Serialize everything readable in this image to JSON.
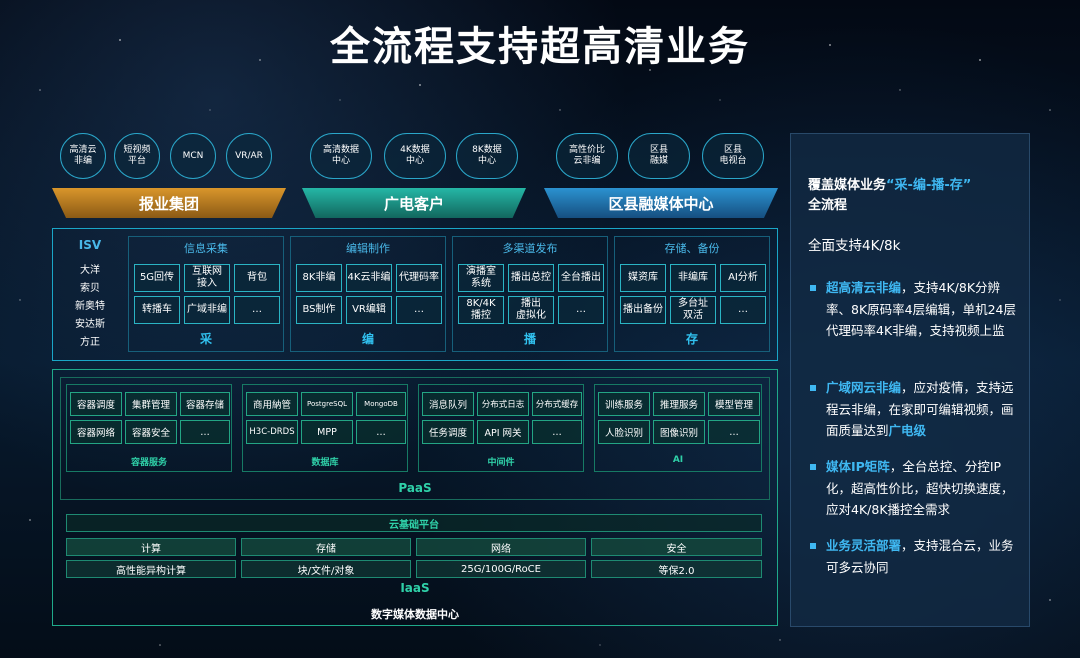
{
  "title": "全流程支持超高清业务",
  "circles": {
    "c1": "高清云\n非编",
    "c2": "短视频\n平台",
    "c3": "MCN",
    "c4": "VR/AR",
    "c5": "高清数据\n中心",
    "c6": "4K数据\n中心",
    "c7": "8K数据\n中心",
    "c8": "高性价比\n云非编",
    "c9": "区县\n融媒",
    "c10": "区县\n电视台"
  },
  "banners": {
    "b1": "报业集团",
    "b2": "广电客户",
    "b3": "区县融媒体中心"
  },
  "isv": {
    "title": "ISV",
    "items": [
      "大洋",
      "索贝",
      "新奥特",
      "安达斯",
      "方正"
    ]
  },
  "apps": {
    "collect": {
      "head": "信息采集",
      "foot": "采",
      "cells": [
        "5G回传",
        "互联网\n接入",
        "背包",
        "转播车",
        "广域非编",
        "…"
      ]
    },
    "edit": {
      "head": "编辑制作",
      "foot": "编",
      "cells": [
        "8K非编",
        "4K云非编",
        "代理码率",
        "BS制作",
        "VR编辑",
        "…"
      ]
    },
    "broadcast": {
      "head": "多渠道发布",
      "foot": "播",
      "cells": [
        "演播室\n系统",
        "播出总控",
        "全台播出",
        "8K/4K\n播控",
        "播出\n虚拟化",
        "…"
      ]
    },
    "storage": {
      "head": "存储、备份",
      "foot": "存",
      "cells": [
        "媒资库",
        "非编库",
        "AI分析",
        "播出备份",
        "多台址\n双活",
        "…"
      ]
    }
  },
  "paas": {
    "container": {
      "foot": "容器服务",
      "cells": [
        "容器调度",
        "集群管理",
        "容器存储",
        "容器网络",
        "容器安全",
        "…"
      ]
    },
    "database": {
      "foot": "数据库",
      "cells": [
        "商用納管",
        "PostgreSQL",
        "MongoDB",
        "H3C-DRDS",
        "MPP",
        "…"
      ]
    },
    "middleware": {
      "foot": "中间件",
      "cells": [
        "消息队列",
        "分布式日志",
        "分布式缓存",
        "任务调度",
        "API 网关",
        "…"
      ]
    },
    "ai": {
      "foot": "AI",
      "cells": [
        "训练服务",
        "推理服务",
        "模型管理",
        "人脸识别",
        "图像识别",
        "…"
      ]
    },
    "label": "PaaS"
  },
  "iaas": {
    "platform": "云基础平台",
    "heads": [
      "计算",
      "存储",
      "网络",
      "安全"
    ],
    "values": [
      "高性能异构计算",
      "块/文件/对象",
      "25G/100G/RoCE",
      "等保2.0"
    ],
    "label": "IaaS"
  },
  "datacenter": "数字媒体数据中心",
  "panel": {
    "heading_a": "覆盖媒体业务",
    "heading_hl": "“采-编-播-存”",
    "heading_b": "全流程",
    "subtitle": "全面支持4K/8k",
    "p1_hl": "超高清云非编",
    "p1": "，支持4K/8K分辨率、8K原码率4层编辑，单机24层代理码率4K非编，支持视频上监",
    "p2_hl": "广域网云非编",
    "p2": "，应对疫情，支持远程云非编，在家即可编辑视频，画面质量达到",
    "p2_hl2": "广电级",
    "p3_hl": "媒体IP矩阵",
    "p3": "，全台总控、分控IP化，超高性价比，超快切换速度，应对4K/8K播控全需求",
    "p4_hl": "业务灵活部署",
    "p4": "，支持混合云，业务可多云协同"
  },
  "colors": {
    "accent": "#3fb8f2",
    "cyan_border": "#1aa6c7",
    "green_border": "#1fa98a",
    "gold": "#d9962b",
    "teal": "#25b7a6",
    "blue": "#2b92d0"
  }
}
